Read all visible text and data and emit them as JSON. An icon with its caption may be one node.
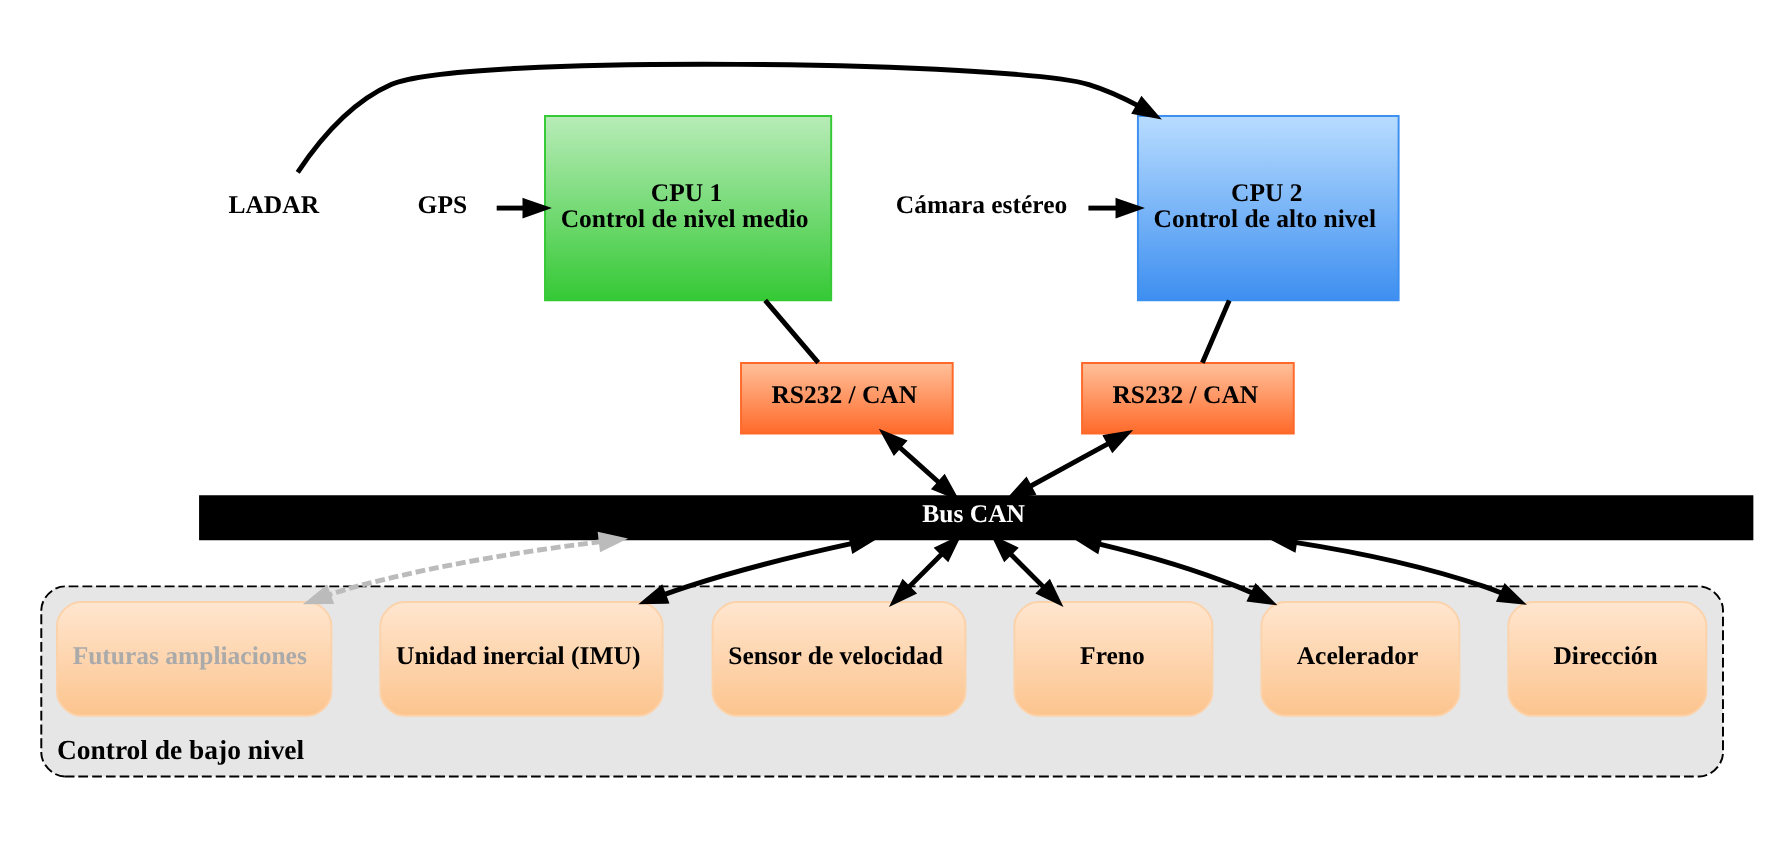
{
  "diagram": {
    "nodes": [
      {
        "text": [
          "LADAR"
        ]
      },
      {
        "text": [
          "Cámara estéreo"
        ]
      },
      {
        "text": [
          "CPU 2",
          "Control de alto nivel"
        ]
      },
      {
        "text": [
          "RS232 / CAN"
        ]
      },
      {
        "text": [
          "CPU 1",
          "Control de nivel medio"
        ]
      },
      {
        "text": [
          "GPS"
        ]
      },
      {
        "text": [
          "RS232 / CAN"
        ]
      },
      {
        "text": [
          "Bus CAN"
        ]
      },
      {
        "text": [
          "Control de bajo nivel"
        ]
      },
      {
        "text": [
          "Dirección"
        ],
        "in": 8
      },
      {
        "text": [
          "Acelerador"
        ],
        "in": 8
      },
      {
        "text": [
          "Freno"
        ],
        "in": 8
      },
      {
        "text": [
          "Sensor de velocidad"
        ],
        "in": 8
      },
      {
        "text": [
          "Unidad inercial (IMU)"
        ],
        "in": 8
      },
      {
        "text": [
          "Futuras ampliaciones"
        ],
        "in": 8
      }
    ],
    "edges": [
      {
        "from": 0,
        "to": 2,
        "arrow": "to"
      },
      {
        "from": 1,
        "to": 2,
        "arrow": "to"
      },
      {
        "from": 5,
        "to": 4,
        "arrow": "to"
      },
      {
        "from": 2,
        "to": 3,
        "arrow": "none"
      },
      {
        "from": 4,
        "to": 6,
        "arrow": "none"
      },
      {
        "from": 3,
        "to": 7,
        "arrow": "both"
      },
      {
        "from": 6,
        "to": 7,
        "arrow": "both"
      },
      {
        "from": 7,
        "to": 9,
        "arrow": "both"
      },
      {
        "from": 7,
        "to": 10,
        "arrow": "both"
      },
      {
        "from": 7,
        "to": 11,
        "arrow": "both"
      },
      {
        "from": 7,
        "to": 12,
        "arrow": "both"
      },
      {
        "from": 7,
        "to": 13,
        "arrow": "both"
      },
      {
        "from": 7,
        "to": 14,
        "arrow": "both",
        "style": "dashed",
        "color": "#bbbbbb"
      }
    ]
  }
}
